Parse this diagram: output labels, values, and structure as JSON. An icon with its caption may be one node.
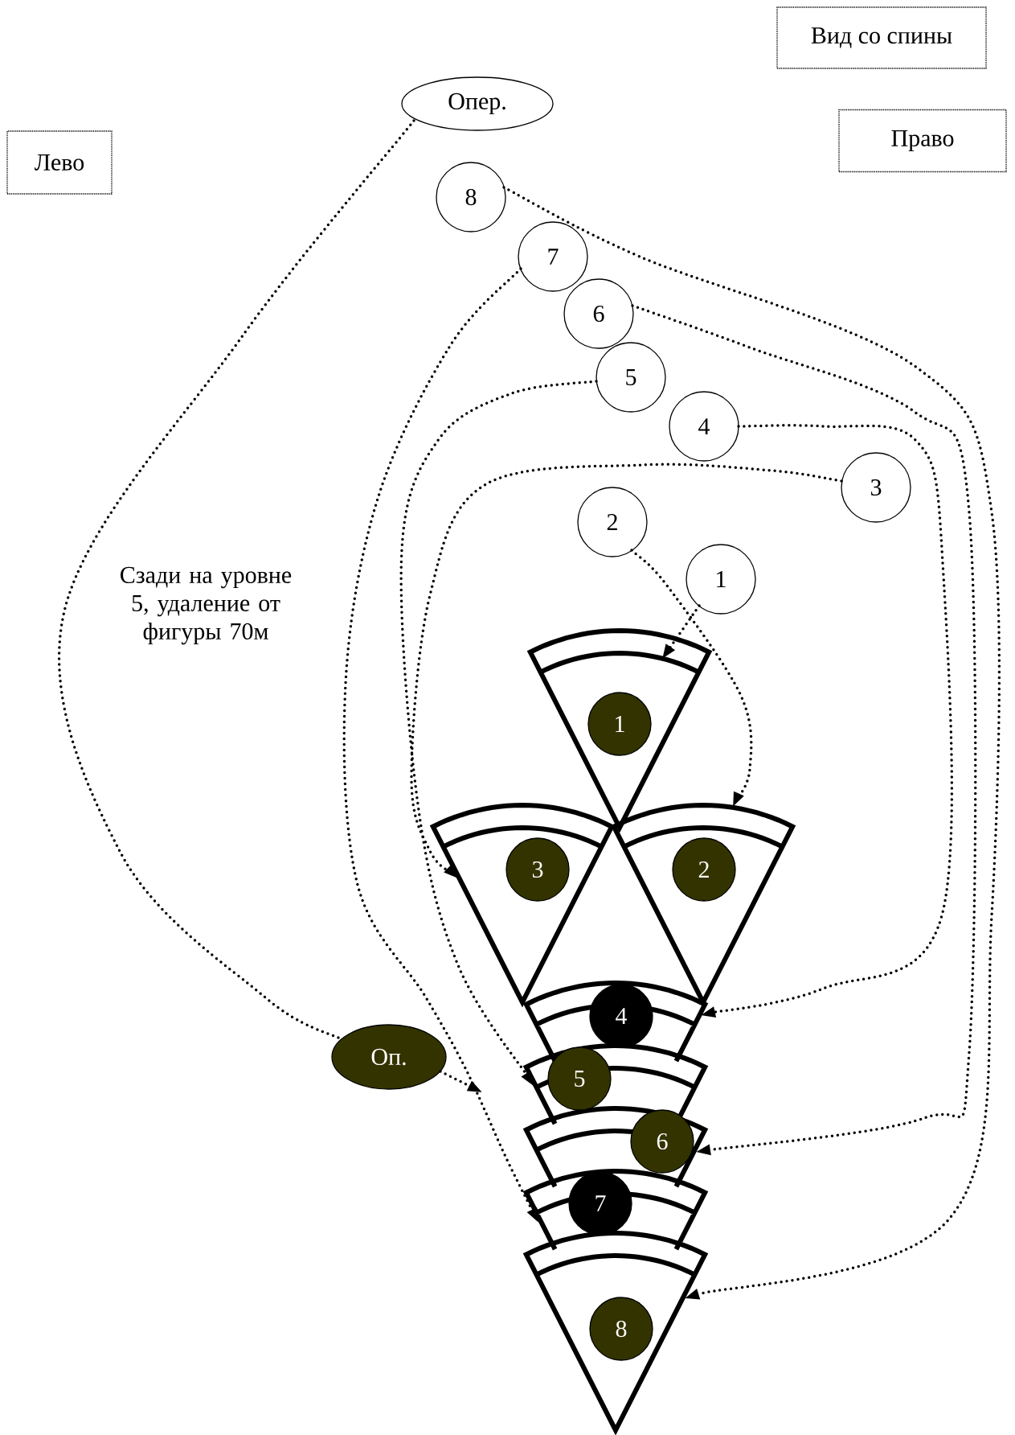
{
  "diagram": {
    "nodes": [
      {
        "text": [
          "Вид со спины"
        ]
      },
      {
        "text": [
          "Право"
        ]
      },
      {
        "text": [
          "Лево"
        ]
      },
      {
        "text": [
          "Опер."
        ]
      },
      {
        "text": [
          "8"
        ]
      },
      {
        "text": [
          "7"
        ]
      },
      {
        "text": [
          "6"
        ]
      },
      {
        "text": [
          "5"
        ]
      },
      {
        "text": [
          "4"
        ]
      },
      {
        "text": [
          "3"
        ]
      },
      {
        "text": [
          "2"
        ]
      },
      {
        "text": [
          "1"
        ]
      },
      {
        "text": [],
        "shape": "sector"
      },
      {
        "text": [
          "1"
        ],
        "in": 12
      },
      {
        "text": [],
        "shape": "sector"
      },
      {
        "text": [
          "3"
        ],
        "in": 14
      },
      {
        "text": [],
        "shape": "sector"
      },
      {
        "text": [
          "2"
        ],
        "in": 16
      },
      {
        "text": [],
        "shape": "sector"
      },
      {
        "text": [
          "4"
        ],
        "in": 18
      },
      {
        "text": [
          "Оп."
        ]
      },
      {
        "text": [],
        "shape": "sector"
      },
      {
        "text": [
          "5"
        ],
        "in": 21
      },
      {
        "text": [],
        "shape": "sector"
      },
      {
        "text": [
          "6"
        ],
        "in": 23
      },
      {
        "text": [],
        "shape": "sector"
      },
      {
        "text": [
          "7"
        ],
        "in": 25
      },
      {
        "text": [],
        "shape": "sector"
      },
      {
        "text": [
          "8"
        ],
        "in": 27
      }
    ],
    "edges": [
      {
        "from": 3,
        "to": 20,
        "arrow": "none"
      },
      {
        "from": 20,
        "to": null,
        "arrow": "to"
      },
      {
        "from": 4,
        "to": 27,
        "arrow": "to"
      },
      {
        "from": 5,
        "to": 25,
        "arrow": "to"
      },
      {
        "from": 6,
        "to": 23,
        "arrow": "to"
      },
      {
        "from": 7,
        "to": 21,
        "arrow": "to"
      },
      {
        "from": 8,
        "to": 18,
        "arrow": "to"
      },
      {
        "from": 9,
        "to": 14,
        "arrow": "to"
      },
      {
        "from": 10,
        "to": 16,
        "arrow": "to"
      },
      {
        "from": 11,
        "to": 12,
        "arrow": "to"
      }
    ],
    "labels": [
      "Сзади на уровне 5, удаление от фигуры 70м"
    ]
  }
}
